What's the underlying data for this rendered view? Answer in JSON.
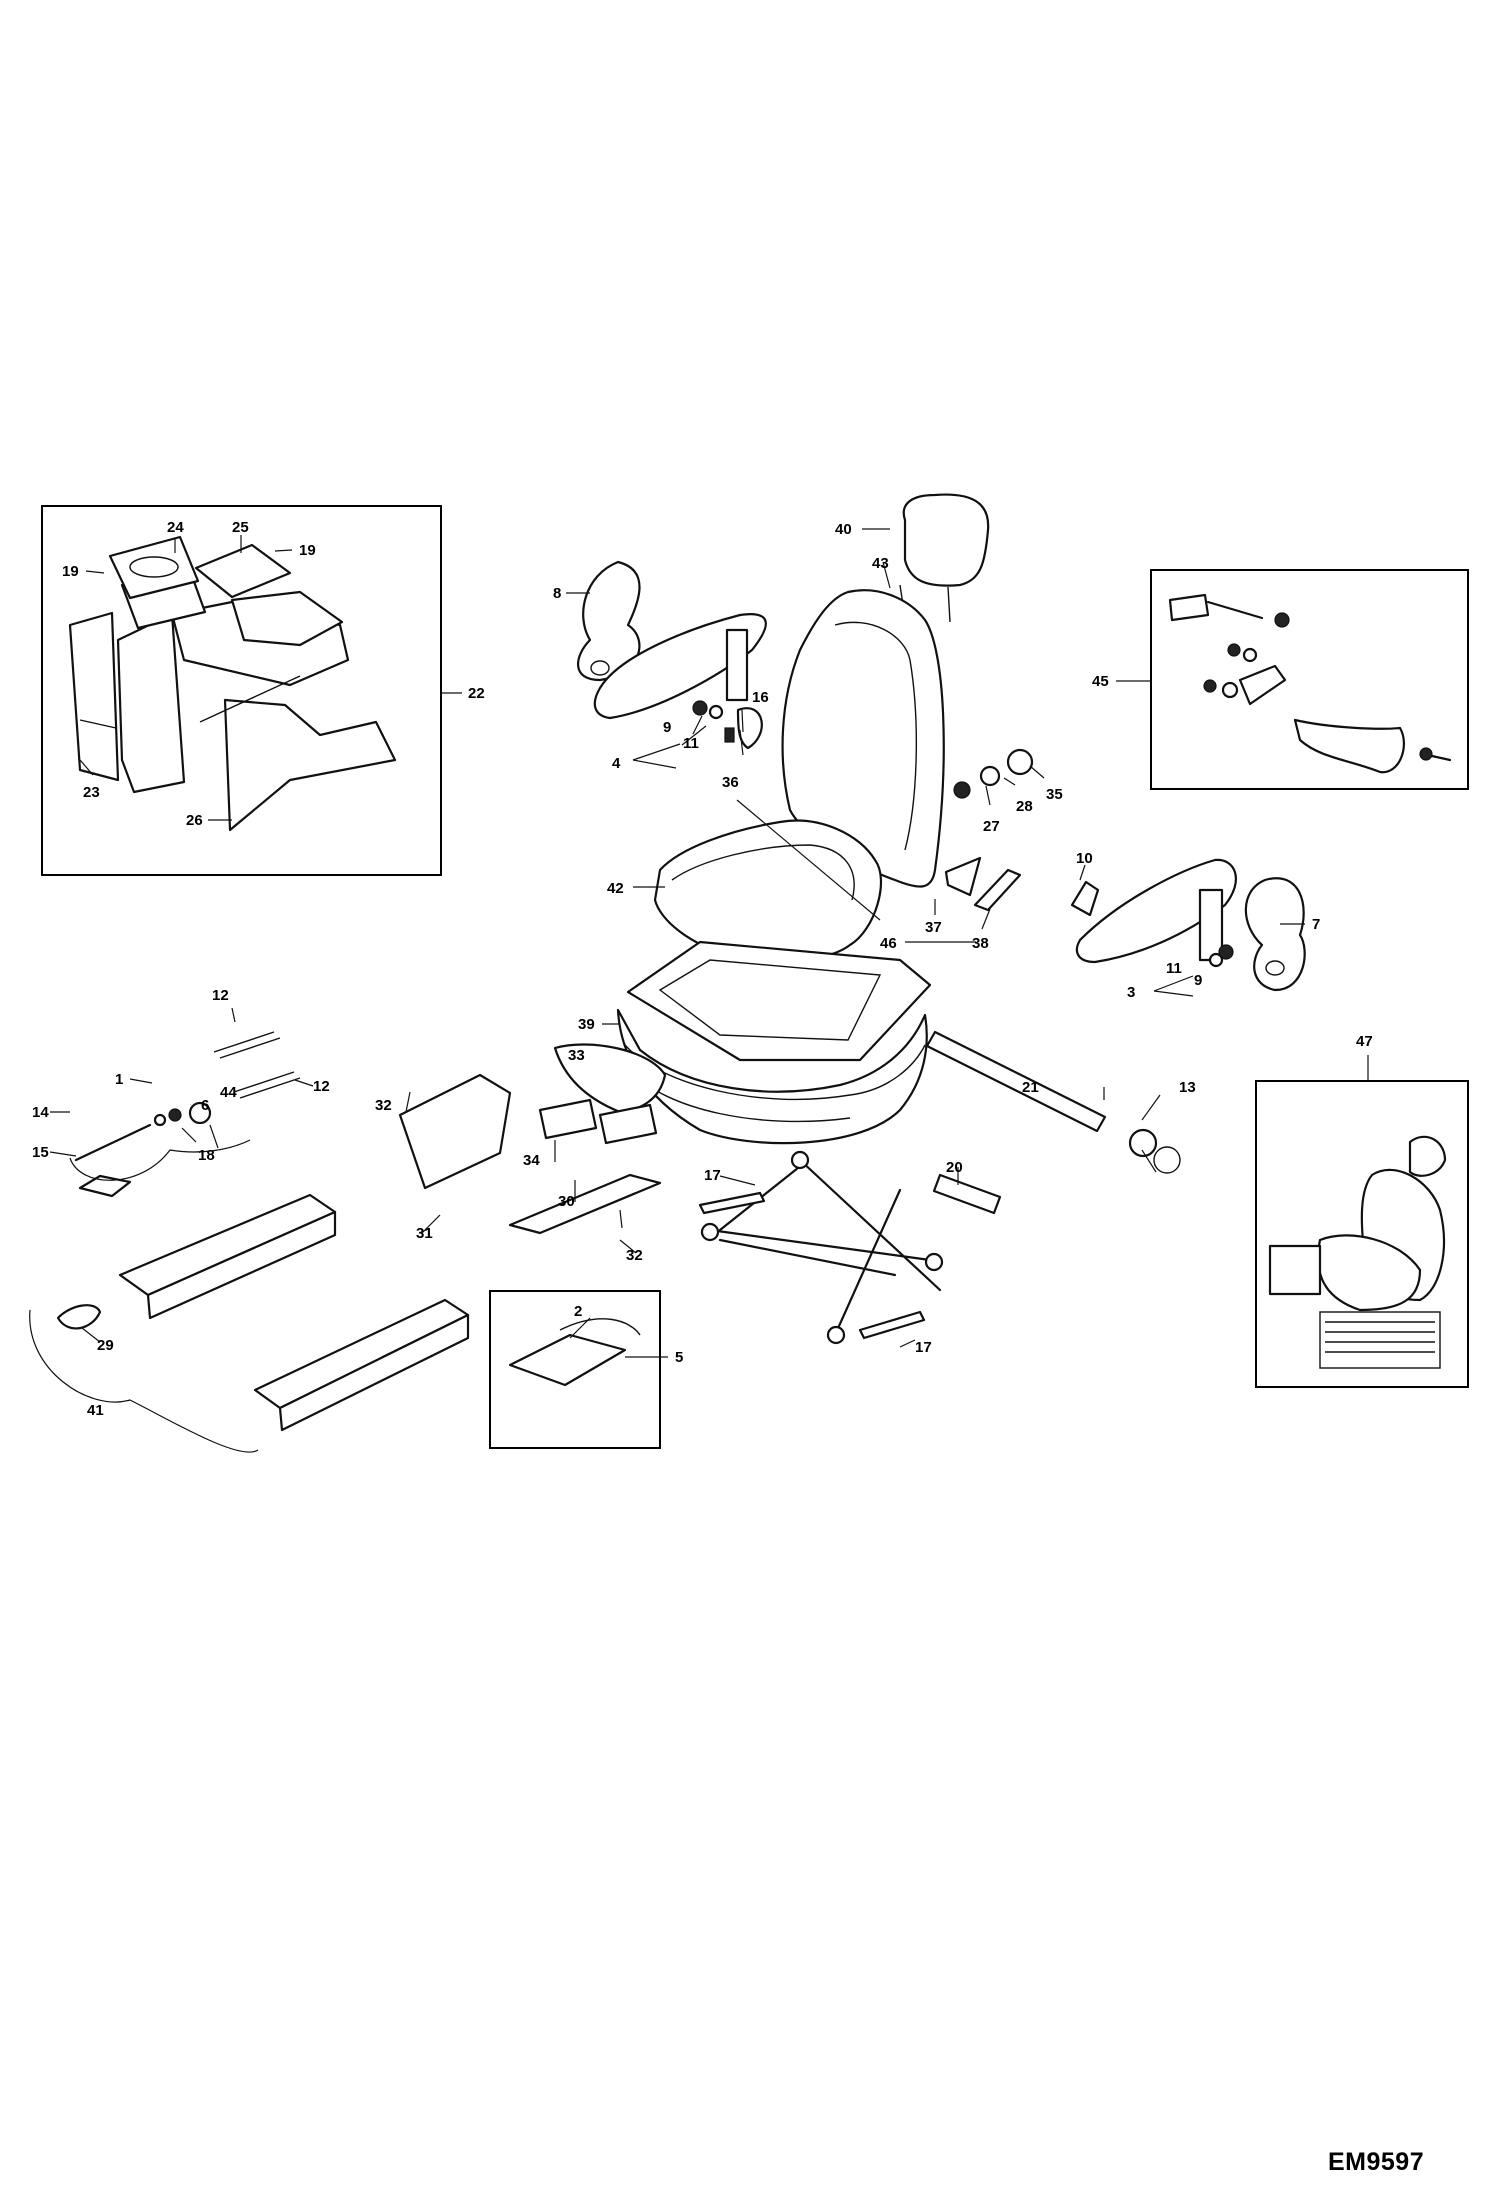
{
  "drawing_code": "EM9597",
  "callouts": {
    "c1": "1",
    "c2": "2",
    "c3": "3",
    "c4": "4",
    "c5": "5",
    "c6": "6",
    "c7": "7",
    "c8": "8",
    "c9": "9",
    "c10": "10",
    "c11": "11",
    "c12": "12",
    "c13": "13",
    "c14": "14",
    "c15": "15",
    "c16": "16",
    "c17": "17",
    "c18": "18",
    "c19": "19",
    "c20": "20",
    "c21": "21",
    "c22": "22",
    "c23": "23",
    "c24": "24",
    "c25": "25",
    "c26": "26",
    "c27": "27",
    "c28": "28",
    "c29": "29",
    "c30": "30",
    "c31": "31",
    "c32": "32",
    "c33": "33",
    "c34": "34",
    "c35": "35",
    "c36": "36",
    "c37": "37",
    "c38": "38",
    "c39": "39",
    "c40": "40",
    "c41": "41",
    "c42": "42",
    "c43": "43",
    "c44": "44",
    "c45": "45",
    "c46": "46",
    "c47": "47"
  }
}
